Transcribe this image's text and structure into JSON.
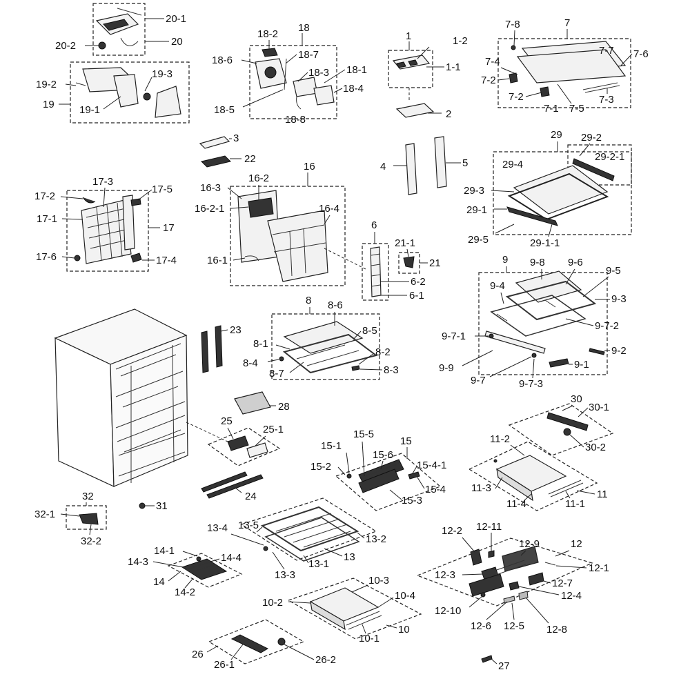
{
  "labels": {
    "l1": "1",
    "l1_1": "1-1",
    "l1_2": "1-2",
    "l2": "2",
    "l3": "3",
    "l4": "4",
    "l5": "5",
    "l6": "6",
    "l6_1": "6-1",
    "l6_2": "6-2",
    "l7": "7",
    "l7_1": "7-1",
    "l7_2a": "7-2",
    "l7_2b": "7-2",
    "l7_3": "7-3",
    "l7_4": "7-4",
    "l7_5": "7-5",
    "l7_6": "7-6",
    "l7_7": "7-7",
    "l7_8": "7-8",
    "l8": "8",
    "l8_1": "8-1",
    "l8_2": "8-2",
    "l8_3": "8-3",
    "l8_4": "8-4",
    "l8_5": "8-5",
    "l8_6": "8-6",
    "l8_7": "8-7",
    "l9": "9",
    "l9_1": "9-1",
    "l9_2": "9-2",
    "l9_3": "9-3",
    "l9_4": "9-4",
    "l9_5": "9-5",
    "l9_6": "9-6",
    "l9_7": "9-7",
    "l9_7_1": "9-7-1",
    "l9_7_2": "9-7-2",
    "l9_7_3": "9-7-3",
    "l9_8": "9-8",
    "l9_9": "9-9",
    "l10": "10",
    "l10_1": "10-1",
    "l10_2": "10-2",
    "l10_3": "10-3",
    "l10_4": "10-4",
    "l11": "11",
    "l11_1": "11-1",
    "l11_2": "11-2",
    "l11_3": "11-3",
    "l11_4": "11-4",
    "l12": "12",
    "l12_1": "12-1",
    "l12_2": "12-2",
    "l12_3": "12-3",
    "l12_4": "12-4",
    "l12_5": "12-5",
    "l12_6": "12-6",
    "l12_7": "12-7",
    "l12_8": "12-8",
    "l12_9": "12-9",
    "l12_10": "12-10",
    "l12_11": "12-11",
    "l13": "13",
    "l13_1": "13-1",
    "l13_2": "13-2",
    "l13_3": "13-3",
    "l13_4": "13-4",
    "l13_5": "13-5",
    "l14": "14",
    "l14_1": "14-1",
    "l14_2": "14-2",
    "l14_3": "14-3",
    "l14_4": "14-4",
    "l15": "15",
    "l15_1": "15-1",
    "l15_2": "15-2",
    "l15_3": "15-3",
    "l15_4": "15-4",
    "l15_4_1": "15-4-1",
    "l15_5": "15-5",
    "l15_6": "15-6",
    "l16": "16",
    "l16_1": "16-1",
    "l16_2": "16-2",
    "l16_2_1": "16-2-1",
    "l16_3": "16-3",
    "l16_4": "16-4",
    "l17": "17",
    "l17_1": "17-1",
    "l17_2": "17-2",
    "l17_3": "17-3",
    "l17_4": "17-4",
    "l17_5": "17-5",
    "l17_6": "17-6",
    "l18": "18",
    "l18_1": "18-1",
    "l18_2": "18-2",
    "l18_3": "18-3",
    "l18_4": "18-4",
    "l18_5": "18-5",
    "l18_6": "18-6",
    "l18_7": "18-7",
    "l18_8": "18-8",
    "l19": "19",
    "l19_1": "19-1",
    "l19_2": "19-2",
    "l19_3": "19-3",
    "l20": "20",
    "l20_1": "20-1",
    "l20_2": "20-2",
    "l21": "21",
    "l21_1": "21-1",
    "l22": "22",
    "l23": "23",
    "l24": "24",
    "l25": "25",
    "l25_1": "25-1",
    "l26": "26",
    "l26_1": "26-1",
    "l26_2": "26-2",
    "l27": "27",
    "l28": "28",
    "l29": "29",
    "l29_1": "29-1",
    "l29_1_1": "29-1-1",
    "l29_2": "29-2",
    "l29_2_1": "29-2-1",
    "l29_3": "29-3",
    "l29_4": "29-4",
    "l29_5": "29-5",
    "l30": "30",
    "l30_1": "30-1",
    "l30_2": "30-2",
    "l31": "31",
    "l32": "32",
    "l32_1": "32-1",
    "l32_2": "32-2"
  }
}
